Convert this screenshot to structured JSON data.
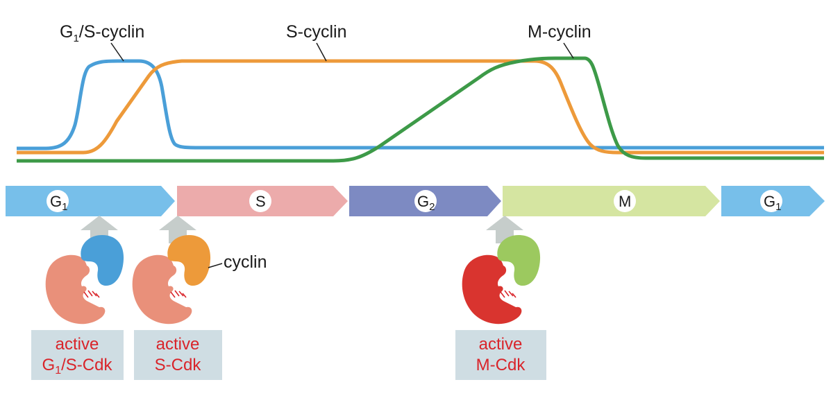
{
  "curves": {
    "g1s": {
      "label": "G",
      "sub": "1",
      "suffix": "/S-cyclin",
      "color": "#4a9fd8"
    },
    "s": {
      "label": "S-cyclin",
      "color": "#ed9a3a"
    },
    "m": {
      "label": "M-cyclin",
      "color": "#3d9a48"
    }
  },
  "phases": [
    {
      "label": "G",
      "sub": "1",
      "color": "#77bfea"
    },
    {
      "label": "S",
      "sub": "",
      "color": "#ecabab"
    },
    {
      "label": "G",
      "sub": "2",
      "color": "#7d8ac2"
    },
    {
      "label": "M",
      "sub": "",
      "color": "#d5e5a1"
    },
    {
      "label": "G",
      "sub": "1",
      "color": "#77bfea"
    }
  ],
  "complexes": [
    {
      "kinase_color": "#e9907a",
      "cyclin_color": "#4a9fd8",
      "line1": "active",
      "line2_main": "G",
      "line2_sub": "1",
      "line2_suffix": "/S-Cdk"
    },
    {
      "kinase_color": "#e9907a",
      "cyclin_color": "#ed9a3a",
      "line1": "active",
      "line2_main": "S-Cdk",
      "line2_sub": "",
      "line2_suffix": ""
    },
    {
      "kinase_color": "#d9342f",
      "cyclin_color": "#9cc95f",
      "line1": "active",
      "line2_main": "M-Cdk",
      "line2_sub": "",
      "line2_suffix": ""
    }
  ],
  "cyclin_callout": "cyclin",
  "colors": {
    "active_text": "#d9242a",
    "label_box": "#cfdde3",
    "up_arrow": "#c6cdcb"
  }
}
